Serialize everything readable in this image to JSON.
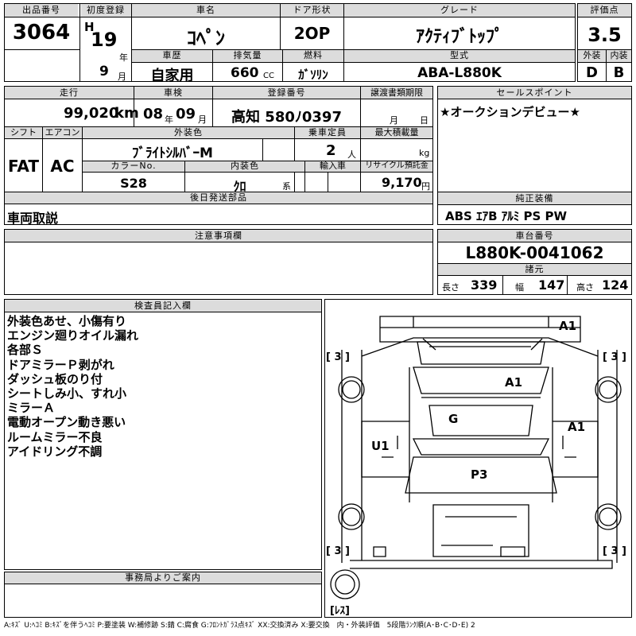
{
  "header": {
    "lot_no_label": "出品番号",
    "lot_no": "3064",
    "first_reg_label": "初度登録",
    "era": "H",
    "year": "19",
    "year_unit": "年",
    "month": "9",
    "month_unit": "月",
    "car_name_label": "車名",
    "car_name": "ｺﾍﾟﾝ",
    "door_label": "ドア形状",
    "door": "2OP",
    "grade_label": "グレード",
    "grade": "ｱｸﾃｨﾌﾞﾄｯﾌﾟ",
    "score_label": "評価点",
    "score": "3.5",
    "history_label": "車歴",
    "history": "自家用",
    "displacement_label": "排気量",
    "displacement": "660",
    "displacement_unit": "CC",
    "fuel_label": "燃料",
    "fuel": "ｶﾞｿﾘﾝ",
    "model_label": "型式",
    "model": "ABA-L880K",
    "exterior_label": "外装",
    "exterior_grade": "D",
    "interior_label": "内装",
    "interior_grade": "B"
  },
  "details": {
    "mileage_label": "走行",
    "mileage": "99,020",
    "mileage_unit": "km",
    "inspection_label": "車検",
    "insp_year": "08",
    "insp_year_unit": "年",
    "insp_month": "09",
    "insp_month_unit": "月",
    "plate_label": "登録番号",
    "plate": "高知 580ﾉ0397",
    "transfer_label": "譲渡書類期限",
    "transfer_month": "月",
    "transfer_day": "日",
    "shift_label": "シフト",
    "shift": "FAT",
    "ac_label": "エアコン",
    "ac": "AC",
    "exterior_color_label": "外装色",
    "exterior_color": "ﾌﾞﾗｲﾄｼﾙﾊﾞｰM",
    "capacity_label": "乗車定員",
    "capacity": "2",
    "capacity_unit": "人",
    "max_load_label": "最大積載量",
    "max_load_unit": "kg",
    "color_no_label": "カラーNo.",
    "color_no": "S28",
    "interior_color_label": "内装色",
    "interior_color": "ｸﾛ",
    "interior_color_unit": "系",
    "import_label": "輸入車",
    "recycle_label": "リサイクル預託金",
    "recycle": "9,170",
    "recycle_unit": "円",
    "later_parts_label": "後日発送部品",
    "later_parts": "車両取説"
  },
  "sales": {
    "sales_point_label": "セールスポイント",
    "sales_point": "★オークションデビュー★",
    "equipment_label": "純正装備",
    "equipment": "ABS ｴｱB ｱﾙﾐ PS PW",
    "chassis_label": "車台番号",
    "chassis": "L880K-0041062",
    "specs_label": "諸元",
    "length_label": "長さ",
    "length": "339",
    "width_label": "幅",
    "width": "147",
    "height_label": "高さ",
    "height": "124"
  },
  "notes": {
    "label": "注意事項欄"
  },
  "inspector": {
    "label": "検査員記入欄",
    "lines": [
      "外装色あせ、小傷有り",
      "エンジン廻りオイル漏れ",
      "各部Ｓ",
      "ドアミラーＰ剥がれ",
      "ダッシュ板のり付",
      "シートしみ小、すれ小",
      "ミラーＡ",
      "電動オープン動き悪い",
      "ルームミラー不良",
      "アイドリング不調"
    ]
  },
  "office": {
    "label": "事務局よりご案内"
  },
  "diagram": {
    "marks": [
      {
        "id": "a1-rear",
        "text": "A1"
      },
      {
        "id": "a1-trunk",
        "text": "A1"
      },
      {
        "id": "g-glass",
        "text": "G"
      },
      {
        "id": "a1-door",
        "text": "A1"
      },
      {
        "id": "u1-door",
        "text": "U1"
      },
      {
        "id": "p3-hood",
        "text": "P3"
      }
    ],
    "tire_marks": [
      "[ 3 ]",
      "[ 3 ]",
      "[ 3 ]",
      "[ 3 ]"
    ],
    "spare_label": "[ﾚｽ]"
  },
  "legend": "A:ｷｽﾞ U:ﾍｺﾐ B:ｷｽﾞを伴うﾍｺﾐ P:要塗装 W:補修跡 S:錆 C:腐食 G:ﾌﾛﾝﾄｶﾞﾗｽ点ｷｽﾞ XX:交換済み X:要交換　内・外装評価　5段階ﾗﾝｸ順(A･B･C･D･E) 2"
}
